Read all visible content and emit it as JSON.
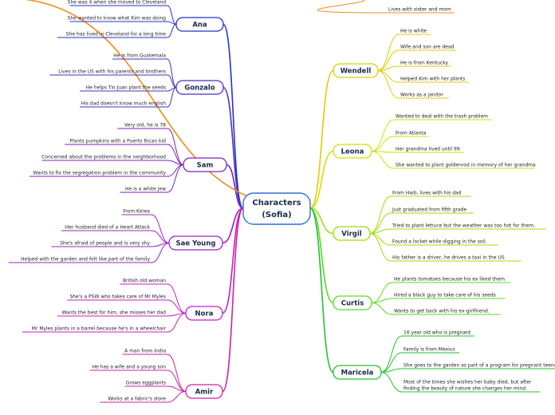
{
  "center": {
    "lines": [
      "Characters",
      "(Sofia)"
    ],
    "color": "#2e6fd6"
  },
  "branches": [
    {
      "label": "Ana",
      "side": "left",
      "color": "#2233cc",
      "items": [
        "She was 4 when she moved to Cleveland",
        "She wanted to know what Kim was doing",
        "She has lived in Cleveland for a long time"
      ]
    },
    {
      "label": "Gonzalo",
      "side": "left",
      "color": "#4a2fc4",
      "items": [
        "He is from Guatemala",
        "Lives in the US with his parents and brothers",
        "He helps Tio Juan plant the seeds",
        "His dad doesn't know much english"
      ]
    },
    {
      "label": "Sam",
      "side": "left",
      "color": "#7a22c2",
      "items": [
        "Very old, he is 78",
        "Plants pumpkins with a Puerto Rican kid",
        "Concerned about the problems in the neighborhood",
        "Wants to fix the segregation problem in the community",
        "He is a white jew"
      ]
    },
    {
      "label": "Sae Young",
      "side": "left",
      "color": "#a020c8",
      "items": [
        "From Korea",
        "Her husband died of a Heart Attack",
        "She's afraid of people and is very shy",
        "Helped with the garden and felt like part of the family"
      ]
    },
    {
      "label": "Nora",
      "side": "left",
      "color": "#c21fc4",
      "items": [
        "British old woman",
        "She's a PSW who takes care of Mr Myles",
        "Wants the best for him, she misses her dad",
        "Mr Myles plants in a barrel because he's in a wheelchair"
      ]
    },
    {
      "label": "Amir",
      "side": "left",
      "color": "#d21fa6",
      "items": [
        "A man from India",
        "He has a wife and a young son",
        "Grows eggplants",
        "Works at a fabric's store"
      ]
    },
    {
      "label": "",
      "side": "right",
      "color": "#f28c1a",
      "items": [
        "Lives with sister and mom"
      ]
    },
    {
      "label": "Wendell",
      "side": "right",
      "color": "#e0cc00",
      "items": [
        "He is white",
        "Wife and son are dead",
        "He is from Kentucky",
        "Helped Kim with her plants",
        "Works as a janitor"
      ]
    },
    {
      "label": "Leona",
      "side": "right",
      "color": "#cfe000",
      "items": [
        "Wanted to deal with the trash problem",
        "From Atlanta",
        "Her grandma lived until 99",
        "She wanted to plant goldenrod in memory of her grandma"
      ]
    },
    {
      "label": "Virgil",
      "side": "right",
      "color": "#99e000",
      "items": [
        "From Haiti, lives with his dad",
        "Just graduated from fifth grade",
        "Tried to plant lettuce but the weather was too hot for them.",
        "Found a locket while digging in the soil.",
        "His father is a driver, he drives a taxi in the US"
      ]
    },
    {
      "label": "Curtis",
      "side": "right",
      "color": "#55dd22",
      "items": [
        "He plants tomatoes because his ex liked them.",
        "Hired a black guy to take care of his seeds",
        "Wants to get back with his ex-girlfriend."
      ]
    },
    {
      "label": "Maricela",
      "side": "right",
      "color": "#22c22e",
      "items": [
        "16 year old who is pregnant",
        "Family is from Mexico",
        "She goes to the garden as part of a program for pregnant teenagers",
        "Most of the times she wishes her baby died, but after finding the beauty of nature she changes her mind."
      ]
    }
  ]
}
